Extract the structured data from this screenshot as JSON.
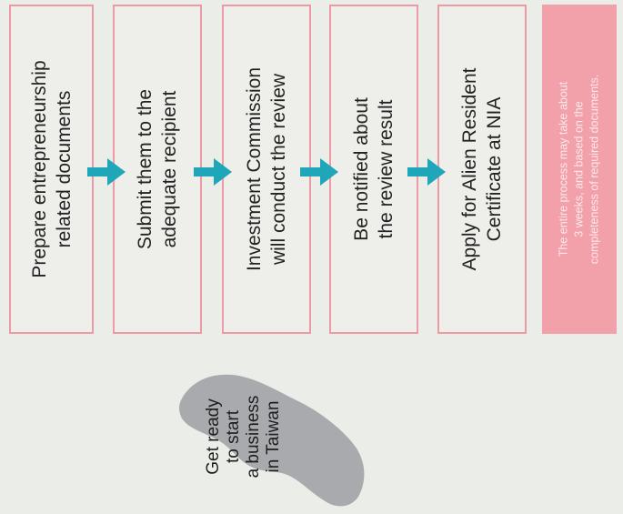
{
  "steps": [
    {
      "text": "Prepare entrepreneurship\nrelated documents"
    },
    {
      "text": "Submit them to the\nadequate recipient"
    },
    {
      "text": "Investment Commission\nwill conduct the review"
    },
    {
      "text": "Be notified about\nthe review result"
    },
    {
      "text": "Apply for Alien Resident\nCertificate at NIA"
    }
  ],
  "note": "The entire process may take about\n3 weeks, and based on the\ncompleteness of required documents.",
  "island_label": "Get ready\nto start\na business\nin Taiwan",
  "colors": {
    "box_border": "#ee9aa4",
    "note_fill": "#f2a0aa",
    "arrow": "#1fa6b8",
    "island": "#a9aaad"
  }
}
